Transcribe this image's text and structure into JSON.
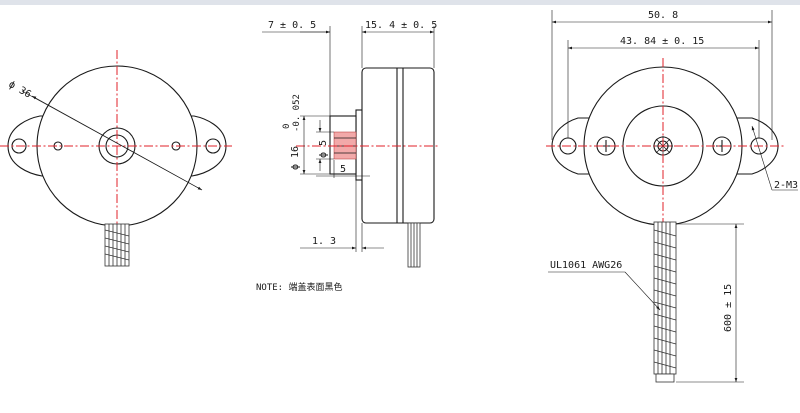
{
  "views": {
    "front": {
      "dim_diameter": "ϕ 36"
    },
    "side": {
      "dim_thickness": "7 ± 0. 5",
      "dim_body": "15. 4 ± 0. 5",
      "dim_shaft_dia": "ϕ 5",
      "dim_boss_dia": "ϕ 16",
      "dim_boss_tol_upper": "0",
      "dim_boss_tol_lower": "-0. 052",
      "dim_shaft_len": "5",
      "dim_flange": "1. 3",
      "note": "NOTE: 端盖表面黑色"
    },
    "rear": {
      "dim_overall": "50. 8",
      "dim_holes": "43. 84 ± 0. 15",
      "dim_screw": "2-M3",
      "cable_spec": "UL1061  AWG26",
      "cable_length": "600 ± 15"
    }
  }
}
